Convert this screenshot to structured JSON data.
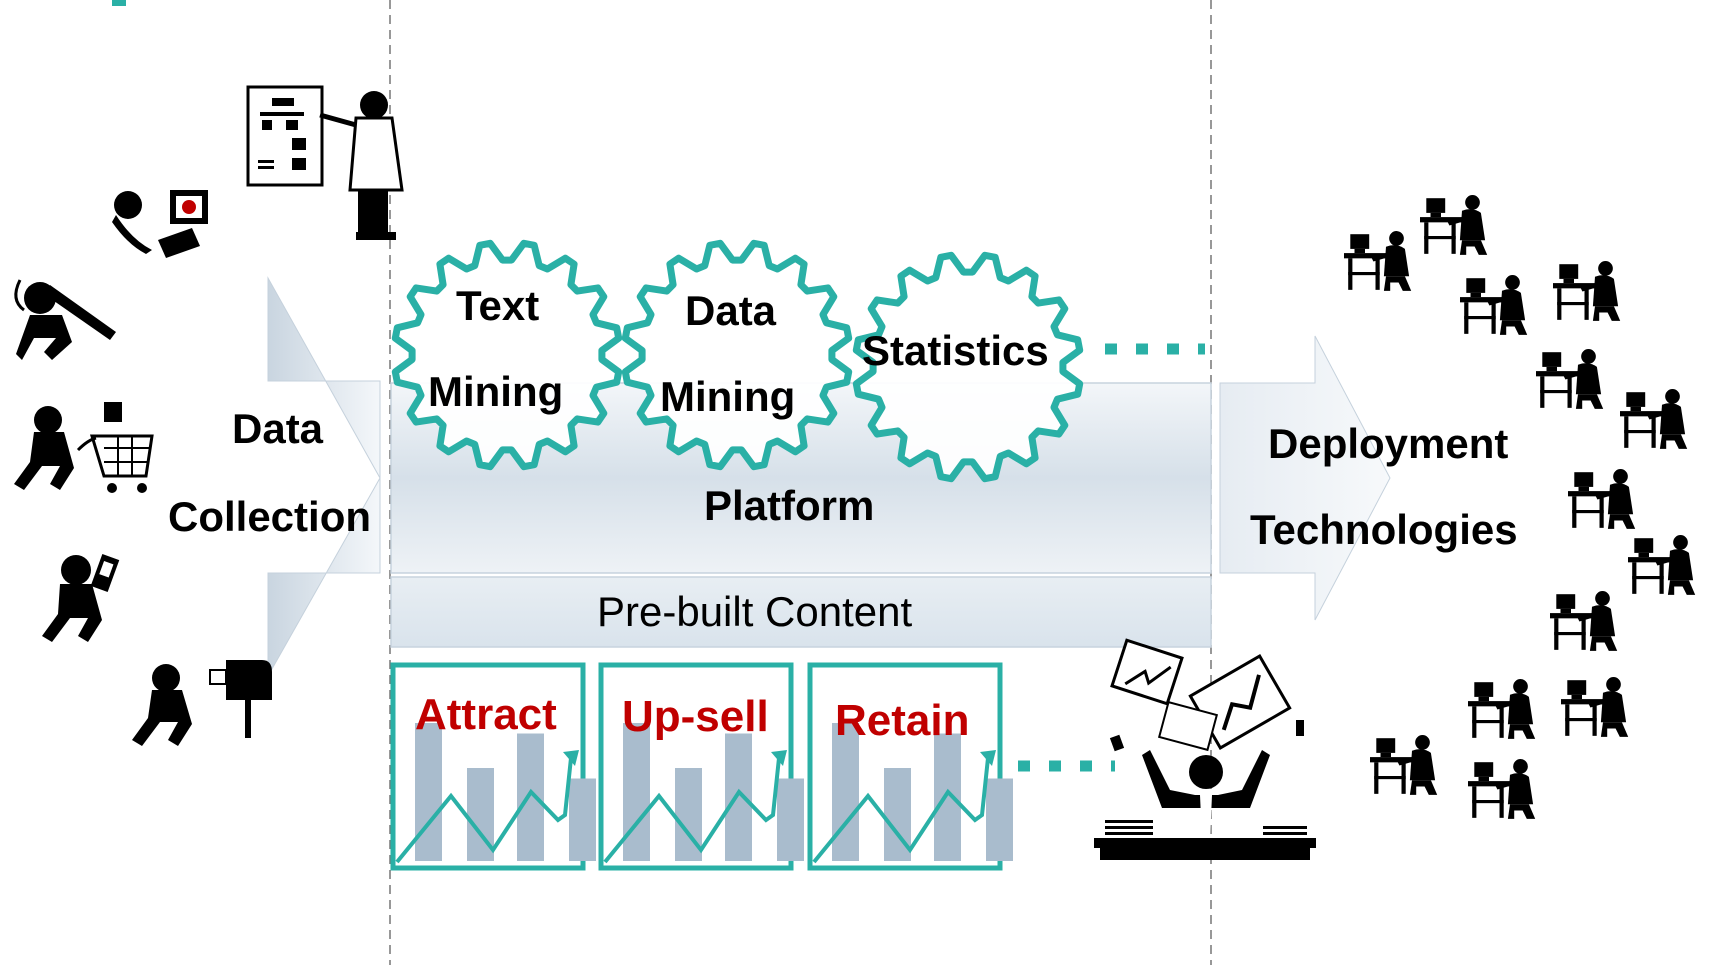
{
  "collection": {
    "line1": "Data",
    "line2": "Collection"
  },
  "gears": [
    {
      "line1": "Text",
      "line2": "Mining"
    },
    {
      "line1": "Data",
      "line2": "Mining"
    },
    {
      "line1": "Statistics"
    }
  ],
  "platform_label": "Platform",
  "prebuilt_label": "Pre-built Content",
  "content_boxes": [
    {
      "label": "Attract"
    },
    {
      "label": "Up-sell"
    },
    {
      "label": "Retain"
    }
  ],
  "deployment": {
    "line1": "Deployment",
    "line2": "Technologies"
  },
  "colors": {
    "teal": "#2ab0a6",
    "red": "#c00000",
    "bar": "#a9bccd",
    "band": "#dbe4ec"
  },
  "icons": [
    "presenter-icon",
    "call-center-agent-icon",
    "pencil-runner-icon",
    "shopper-cart-icon",
    "cell-phone-walker-icon",
    "mailbox-person-icon",
    "executive-desk-icon",
    "desk-worker-icon"
  ]
}
